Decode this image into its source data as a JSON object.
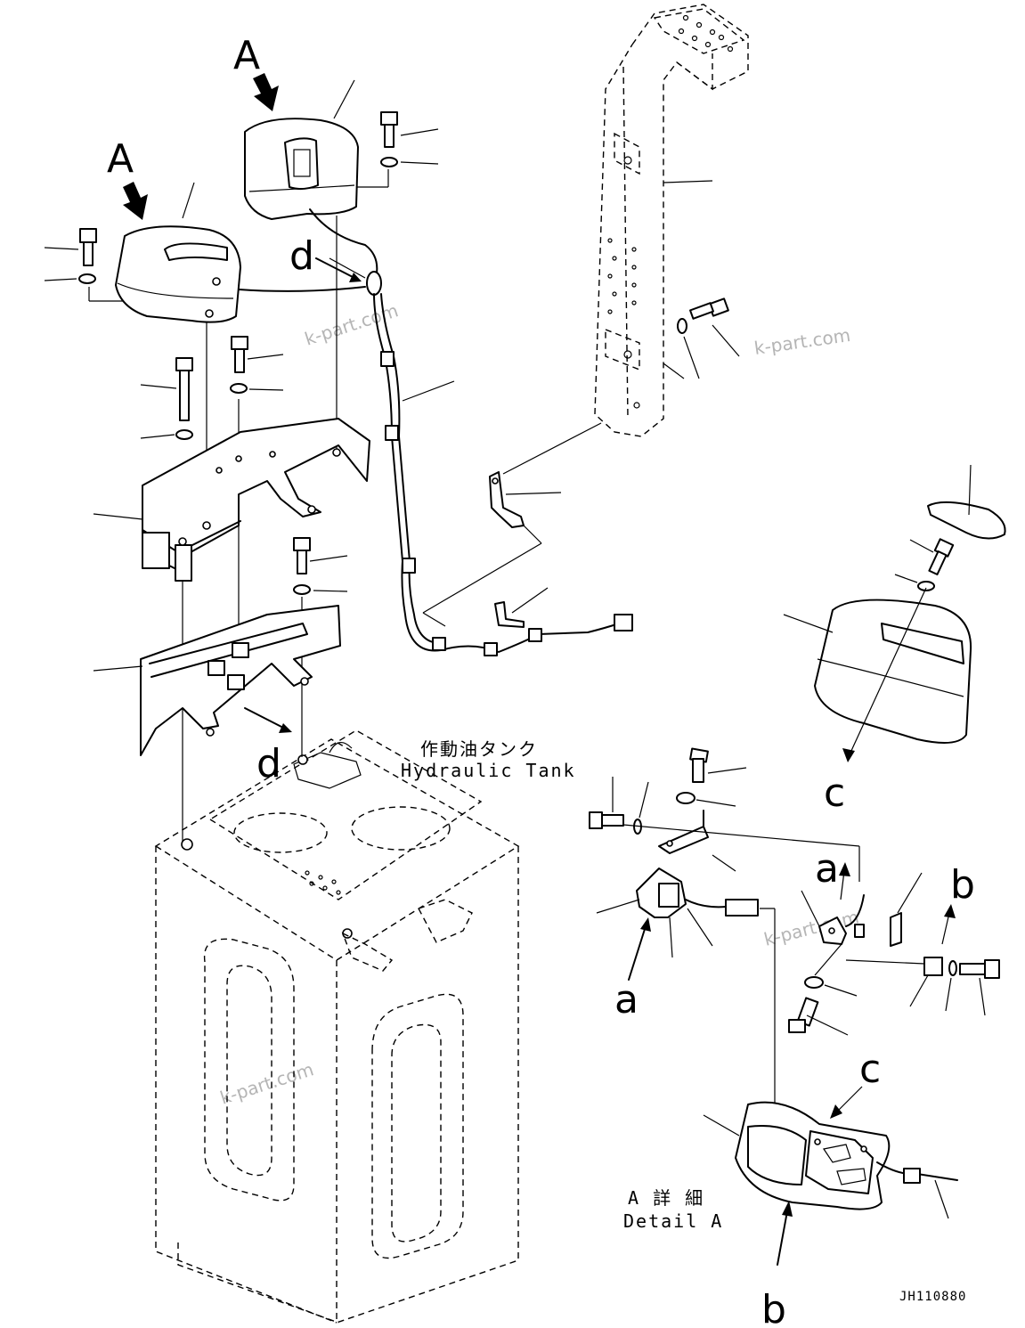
{
  "view_labels": {
    "view_a_left": "A",
    "view_a_top": "A",
    "ref_d_top": "d",
    "ref_d_bottom": "d",
    "ref_c_right": "c",
    "ref_c_detail": "c",
    "ref_a_right": "a",
    "ref_a_lower": "a",
    "ref_b_right": "b",
    "ref_b_bottom": "b"
  },
  "captions": {
    "hydraulic_tank_jp": "作動油タンク",
    "hydraulic_tank_en": "Hydraulic Tank",
    "detail_a_jp": "A 詳 細",
    "detail_a_en": "Detail A"
  },
  "drawing_code": "JH110880",
  "watermarks": [
    "k-part.com",
    "k-part.com",
    "k-part.com",
    "k-part.com"
  ]
}
